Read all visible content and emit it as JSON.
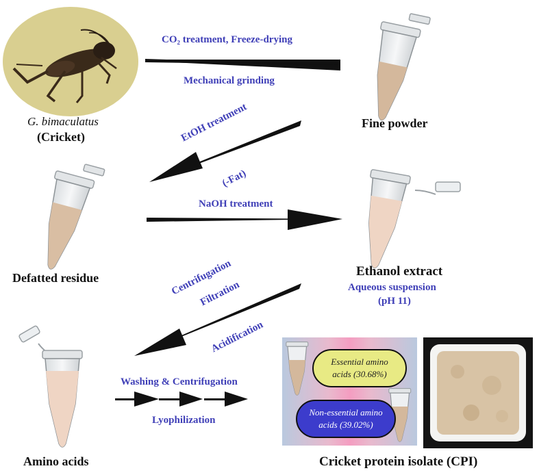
{
  "steps": {
    "step1_line1": "CO₂ treatment, Freeze-drying",
    "step1_line2": "Mechanical grinding",
    "step2_line1": "EtOH treatment",
    "step2_line2": "(-Fat)",
    "step3": "NaOH treatment",
    "step4_line1": "Centrifugation",
    "step4_line2": "Filtration",
    "step4_line3": "Acidification",
    "step5_line1": "Washing & Centrifugation",
    "step5_line2": "Lyophilization"
  },
  "nodes": {
    "cricket_species": "G. bimaculatus",
    "cricket_common": "(Cricket)",
    "fine_powder": "Fine powder",
    "defatted_residue": "Defatted residue",
    "ethanol_extract": "Ethanol extract",
    "aqueous_line1": "Aqueous suspension",
    "aqueous_line2": "(pH 11)",
    "amino_acids": "Amino acids",
    "cpi": "Cricket protein isolate (CPI)"
  },
  "composition": {
    "essential_line1": "Essential amino",
    "essential_line2": "acids (30.68%)",
    "nonessential_line1": "Non-essential amino",
    "nonessential_line2": "acids (39.02%)"
  },
  "colors": {
    "step_text": "#3f3fb7",
    "essential_fill": "#e8ea84",
    "nonessential_fill": "#3c3ccc",
    "powder": "#d4b89c",
    "liquid": "#efd5c4"
  }
}
